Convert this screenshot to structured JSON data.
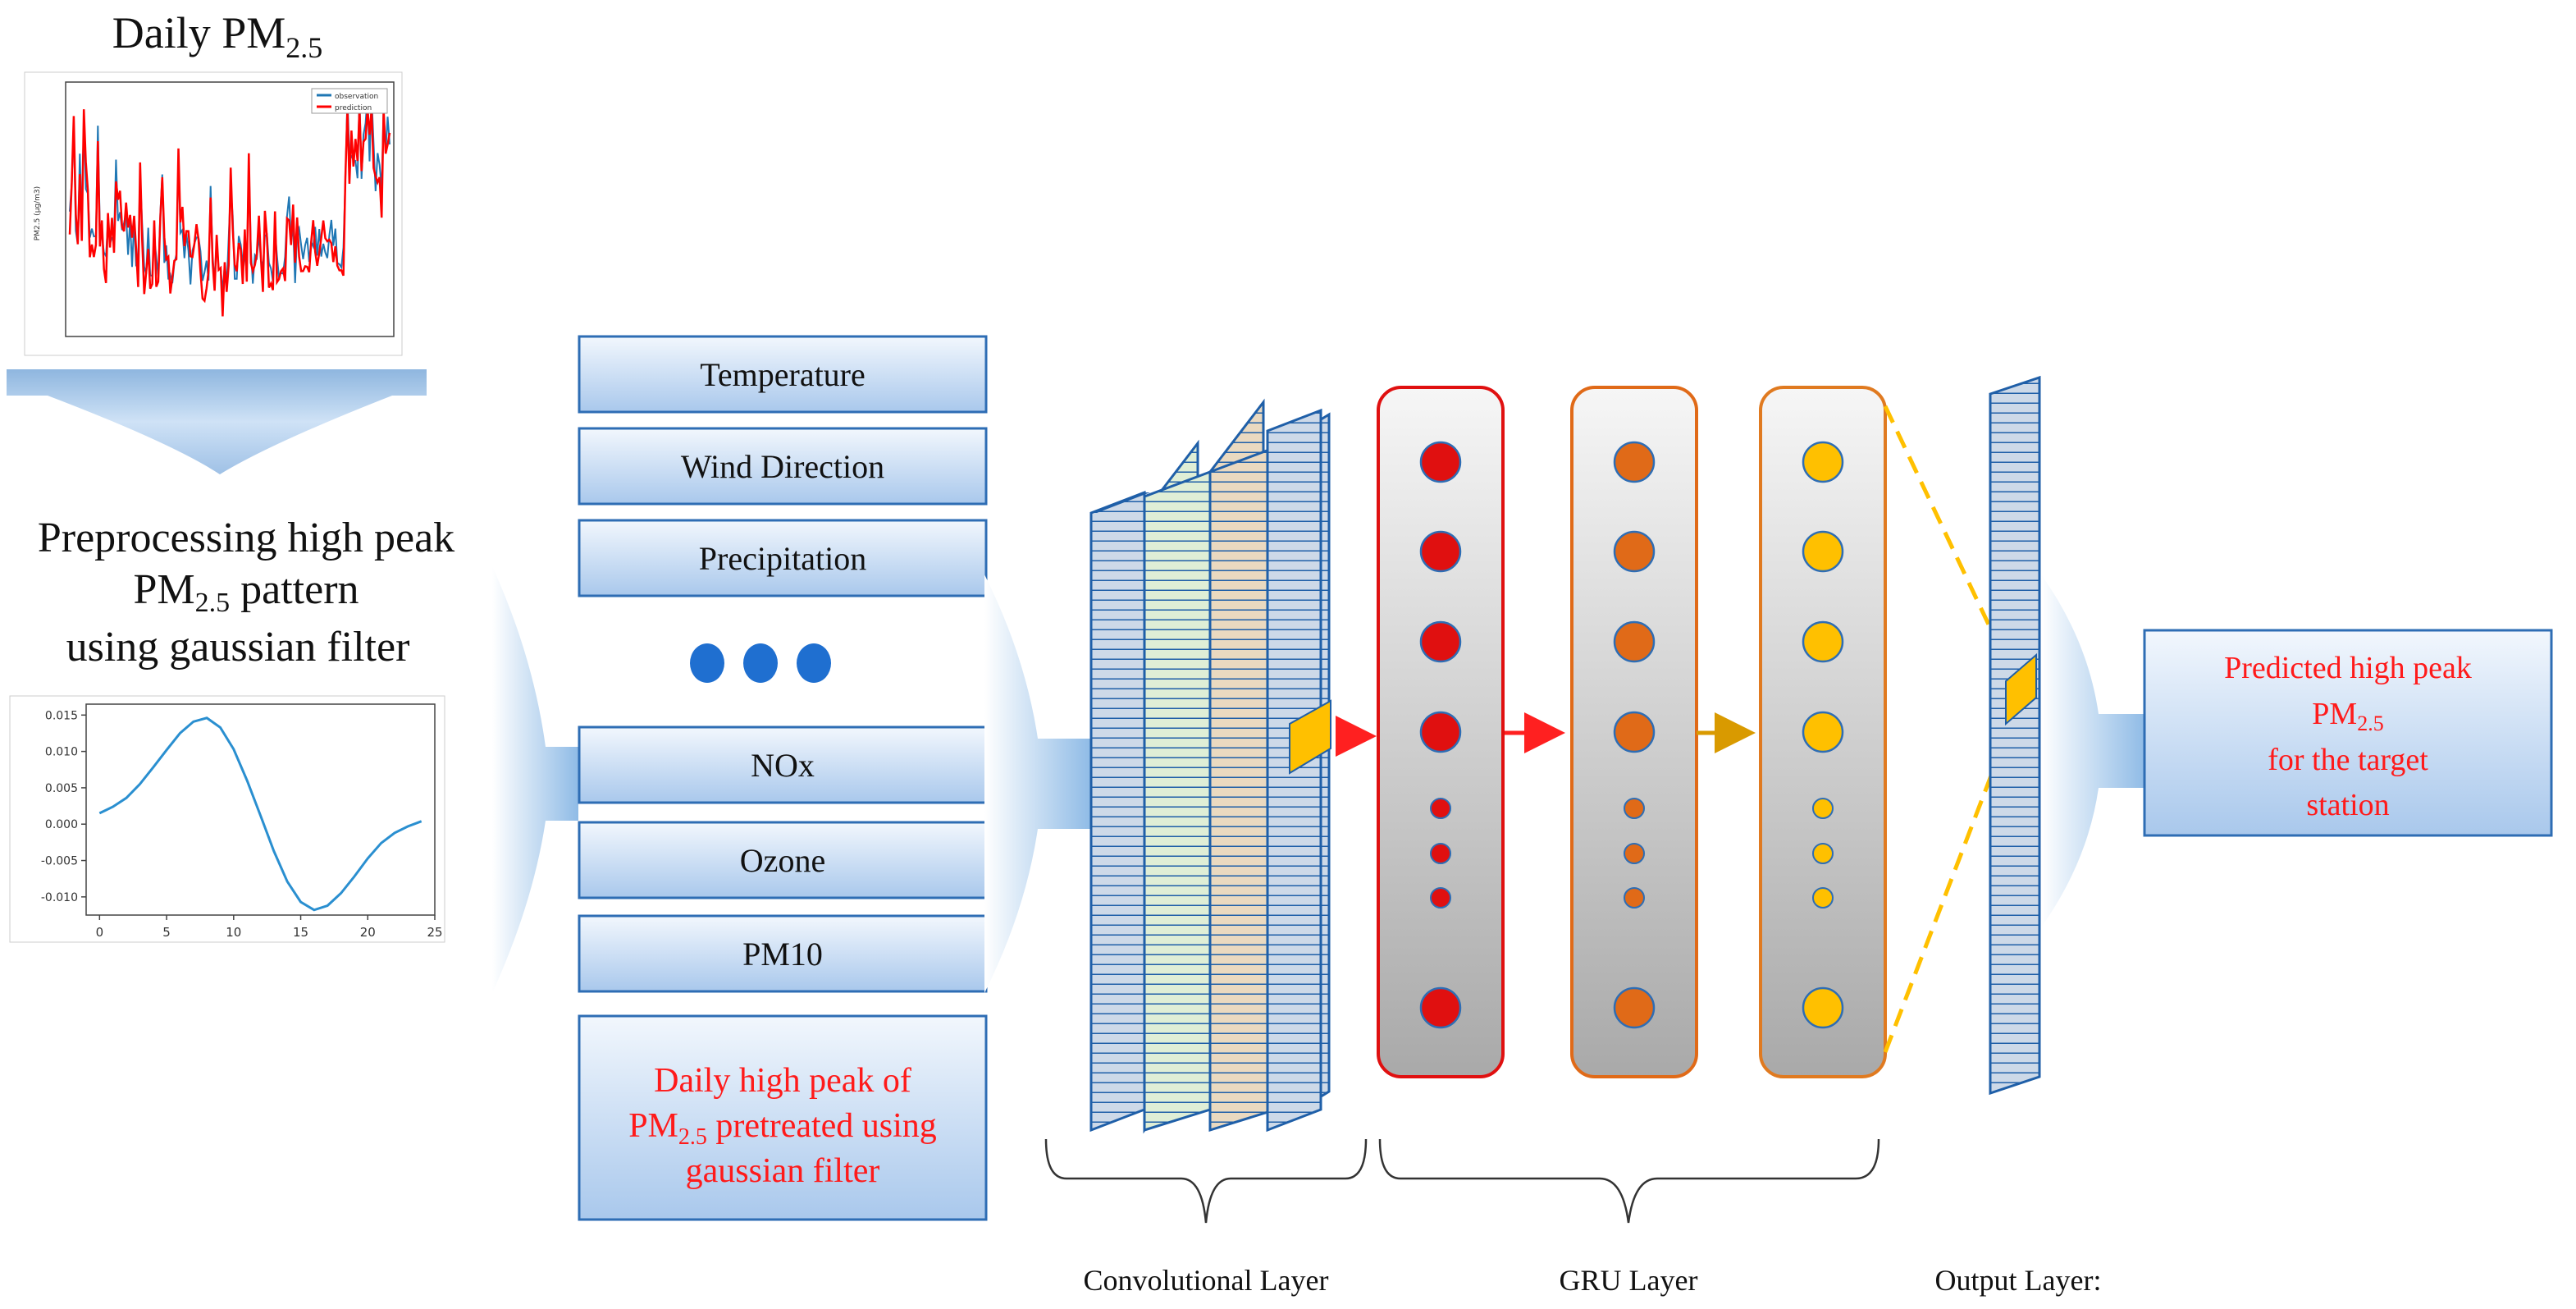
{
  "title": {
    "prefix": "Daily PM",
    "sub": "2.5"
  },
  "preprocess": {
    "line1": "Preprocessing high peak",
    "line2_prefix": "PM",
    "line2_sub": "2.5",
    "line2_suffix": " pattern",
    "line3": "using gaussian filter"
  },
  "thumb_chart": {
    "legend": [
      "observation",
      "prediction"
    ],
    "ytick_label": "PM2.5 (µg/m3)",
    "colors": {
      "observation": "#1f77b4",
      "prediction": "#ff0000"
    }
  },
  "gaussian_chart": {
    "type": "line",
    "x": [
      0,
      1,
      2,
      3,
      4,
      5,
      6,
      7,
      8,
      9,
      10,
      11,
      12,
      13,
      14,
      15,
      16,
      17,
      18,
      19,
      20,
      21,
      22,
      23,
      24
    ],
    "y": [
      0.0015,
      0.0024,
      0.0036,
      0.0055,
      0.0078,
      0.0102,
      0.0125,
      0.0141,
      0.0146,
      0.0133,
      0.0103,
      0.006,
      0.0012,
      -0.0037,
      -0.0079,
      -0.0107,
      -0.0118,
      -0.0112,
      -0.0095,
      -0.0072,
      -0.0047,
      -0.0026,
      -0.0012,
      -0.0003,
      0.0004
    ],
    "xticks": [
      "0",
      "5",
      "10",
      "15",
      "20",
      "25"
    ],
    "yticks": [
      "0.015",
      "0.010",
      "0.005",
      "0.000",
      "-0.005",
      "-0.010"
    ],
    "xlim": [
      -1,
      25
    ],
    "ylim": [
      -0.0125,
      0.0165
    ],
    "color": "#2a8fd0"
  },
  "inputs": {
    "items": [
      "Temperature",
      "Wind Direction",
      "Precipitation",
      "NOx",
      "Ozone",
      "PM10"
    ],
    "pretreated": {
      "line1": "Daily high peak of",
      "line2_prefix": "PM",
      "line2_sub": "2.5",
      "line2_suffix": " pretreated using",
      "line3": "gaussian filter"
    }
  },
  "layers": {
    "conv": "Convolutional Layer",
    "gru": "GRU Layer",
    "output": "Output Layer:"
  },
  "output_box": {
    "line1": "Predicted high peak",
    "line2_prefix": "PM",
    "line2_sub": "2.5",
    "line3": "for the target",
    "line4": "station"
  },
  "colors": {
    "gru_red": "#e01010",
    "gru_orange": "#e06a18",
    "gru_yellow": "#ffc000",
    "dot_blue": "#1f6fd0",
    "arrow_red": "#ff2020",
    "arrow_gold": "#d99a00",
    "text_red": "#ff1a1a"
  }
}
